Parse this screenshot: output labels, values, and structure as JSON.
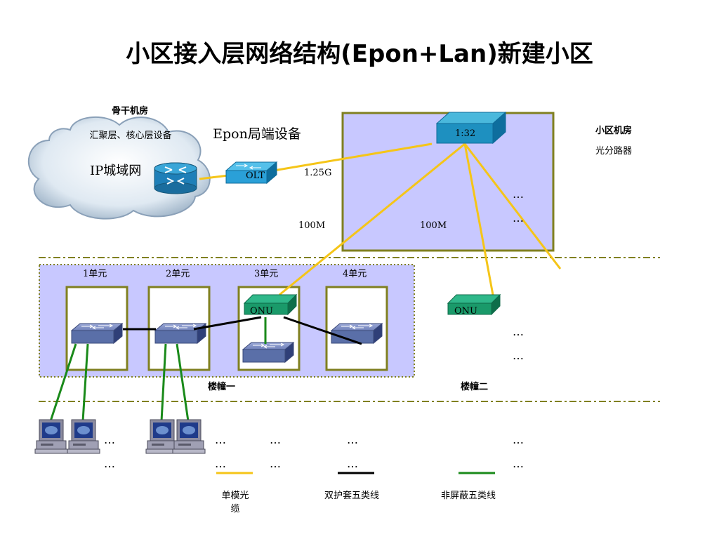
{
  "title": "小区接入层网络结构(Epon+Lan)新建小区",
  "backbone": {
    "room_label": "骨干机房",
    "layer_label": "汇聚层、核心层设备",
    "network_label": "IP城域网"
  },
  "olt": {
    "caption": "Epon局端设备",
    "device_label": "OLT"
  },
  "district_room": {
    "room_label": "小区机房",
    "splitter_label": "光分路器",
    "splitter_ratio": "1:32"
  },
  "speeds": {
    "uplink": "1.25G",
    "downlink_a": "100M",
    "downlink_b": "100M"
  },
  "units": [
    "1单元",
    "2单元",
    "3单元",
    "4单元"
  ],
  "onu_label": "ONU",
  "buildings": [
    "楼幢一",
    "楼幢二"
  ],
  "ellipsis": "…",
  "legend": [
    {
      "label_line1": "单模光",
      "label_line2": "缆",
      "color": "#f5c518"
    },
    {
      "label_line1": "双护套五类线",
      "label_line2": "",
      "color": "#000000"
    },
    {
      "label_line1": "非屏蔽五类线",
      "label_line2": "",
      "color": "#1a8a1a"
    }
  ],
  "colors": {
    "zone_fill": "#c8c8ff",
    "zone_border": "#808020",
    "fiber": "#f5c518",
    "utp": "#1a8a1a",
    "onu": "#1a9a6a",
    "splitter": "#2aa0c8",
    "switch": "#5a6fa8"
  },
  "icons": {
    "cloud": "cloud-icon",
    "router": "router-icon",
    "olt": "switch-icon",
    "splitter": "splitter-icon",
    "onu": "onu-icon",
    "switch": "switch-icon",
    "pc": "computer-icon"
  }
}
